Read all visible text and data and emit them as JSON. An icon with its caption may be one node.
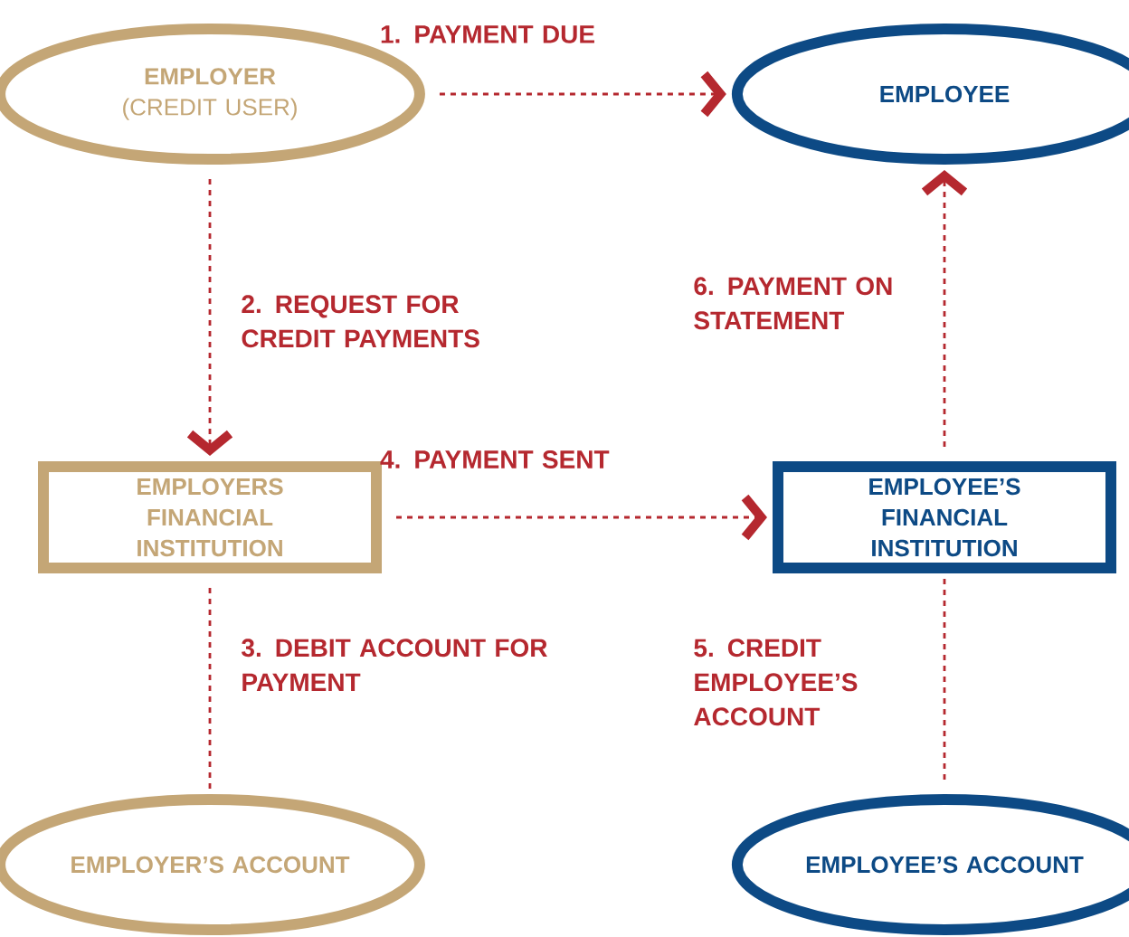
{
  "diagram": {
    "nodes": [
      {
        "text": [
          "EMPLOYER",
          "(CREDIT USER)"
        ]
      },
      {
        "text": [
          "EMPLOYEE"
        ]
      },
      {
        "text": [
          "EMPLOYERS FINANCIAL INSTITUTION"
        ]
      },
      {
        "text": [
          "EMPLOYEE’S FINANCIAL INSTITUTION"
        ]
      },
      {
        "text": [
          "EMPLOYER’S ACCOUNT"
        ]
      },
      {
        "text": [
          "EMPLOYEE’S ACCOUNT"
        ]
      }
    ],
    "edges": [
      {
        "from": 0,
        "to": 1,
        "arrow": "to",
        "style": "dashed",
        "label": "1. PAYMENT DUE"
      },
      {
        "from": 0,
        "to": 2,
        "arrow": "to",
        "style": "dashed",
        "label": "2. REQUEST FOR CREDIT PAYMENTS"
      },
      {
        "from": 2,
        "to": 4,
        "arrow": "none",
        "style": "dashed",
        "label": "3. DEBIT ACCOUNT FOR PAYMENT"
      },
      {
        "from": 2,
        "to": 3,
        "arrow": "to",
        "style": "dashed",
        "label": "4. PAYMENT SENT"
      },
      {
        "from": 5,
        "to": 3,
        "arrow": "none",
        "style": "dashed",
        "label": "5. CREDIT EMPLOYEE’S ACCOUNT"
      },
      {
        "from": 3,
        "to": 1,
        "arrow": "to",
        "style": "dashed",
        "label": "6. PAYMENT ON STATEMENT"
      }
    ]
  }
}
